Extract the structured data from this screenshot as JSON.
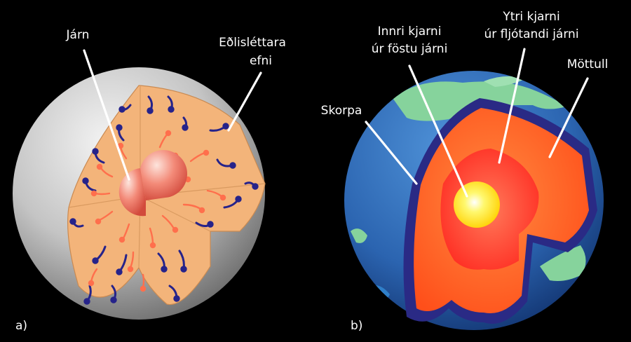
{
  "panel_a": {
    "marker": "a)",
    "labels": {
      "iron": "Járn",
      "lighter_line1": "Eðlisléttara",
      "lighter_line2": "efni"
    }
  },
  "panel_b": {
    "marker": "b)",
    "labels": {
      "crust": "Skorpa",
      "inner_core_line1": "Innri kjarni",
      "inner_core_line2": "úr föstu járni",
      "outer_core_line1": "Ytri kjarni",
      "outer_core_line2": "úr fljótandi járni",
      "mantle": "Möttull"
    }
  },
  "colors": {
    "background": "#000000",
    "shell_grey": "#b9b9b9",
    "cutaway_peach": "#f3b47a",
    "iron_core": "#ee7560",
    "dense_drop": "#26238a",
    "light_drop": "#ff6f4c",
    "ocean": "#2a68b6",
    "land": "#86d39c",
    "crust_band": "#2a2a85",
    "mantle": "#ff6a1f",
    "outer_core": "#ff3b2f",
    "inner_core": "#ffe81a"
  }
}
